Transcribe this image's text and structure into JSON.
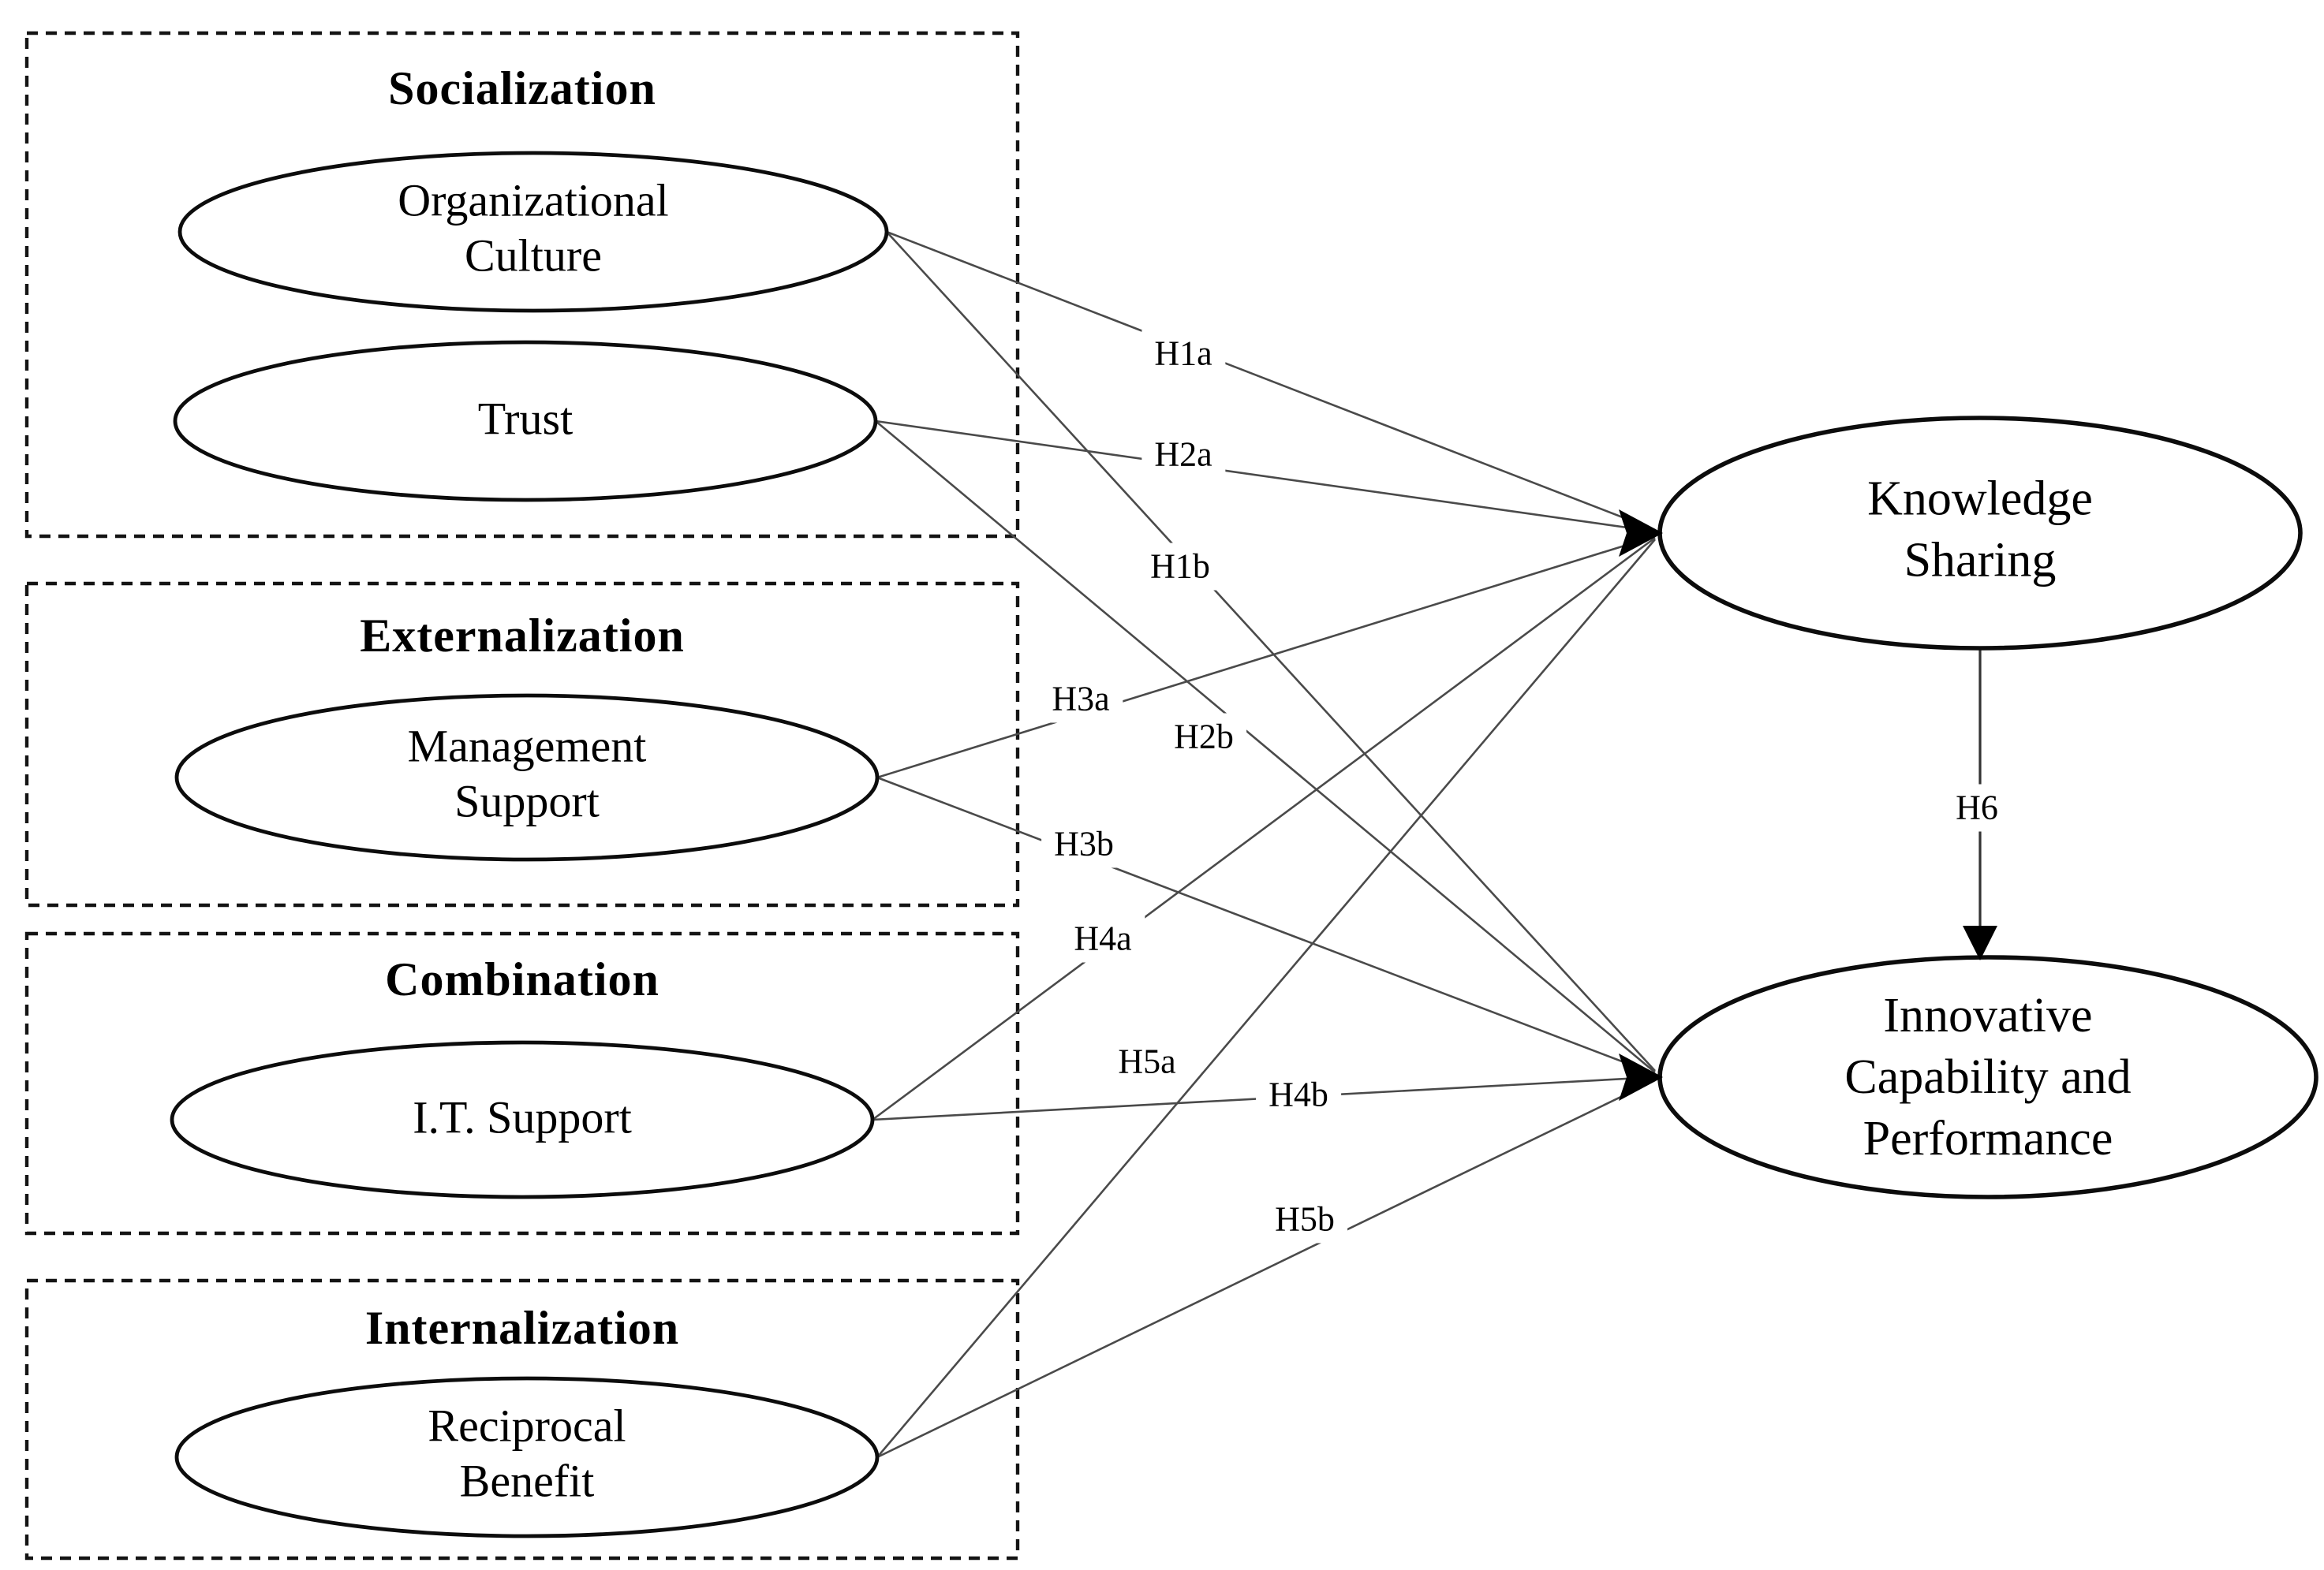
{
  "groups": [
    {
      "title": "Socialization",
      "constructs": [
        {
          "label": "Organizational\nCulture"
        },
        {
          "label": "Trust"
        }
      ]
    },
    {
      "title": "Externalization",
      "constructs": [
        {
          "label": "Management\nSupport"
        }
      ]
    },
    {
      "title": "Combination",
      "constructs": [
        {
          "label": "I.T. Support"
        }
      ]
    },
    {
      "title": "Internalization",
      "constructs": [
        {
          "label": "Reciprocal\nBenefit"
        }
      ]
    }
  ],
  "outcomes": [
    {
      "label": "Knowledge\nSharing"
    },
    {
      "label": "Innovative\nCapability and\nPerformance"
    }
  ],
  "hypotheses": {
    "h1a": "H1a",
    "h2a": "H2a",
    "h1b": "H1b",
    "h3a": "H3a",
    "h2b": "H2b",
    "h3b": "H3b",
    "h4a": "H4a",
    "h5a": "H5a",
    "h4b": "H4b",
    "h5b": "H5b",
    "h6": "H6"
  },
  "edges": [
    {
      "hypothesis": "H1a",
      "from": "Organizational Culture",
      "to": "Knowledge Sharing"
    },
    {
      "hypothesis": "H1b",
      "from": "Organizational Culture",
      "to": "Innovative Capability and Performance"
    },
    {
      "hypothesis": "H2a",
      "from": "Trust",
      "to": "Knowledge Sharing"
    },
    {
      "hypothesis": "H2b",
      "from": "Trust",
      "to": "Innovative Capability and Performance"
    },
    {
      "hypothesis": "H3a",
      "from": "Management Support",
      "to": "Knowledge Sharing"
    },
    {
      "hypothesis": "H3b",
      "from": "Management Support",
      "to": "Innovative Capability and Performance"
    },
    {
      "hypothesis": "H4a",
      "from": "I.T. Support",
      "to": "Knowledge Sharing"
    },
    {
      "hypothesis": "H4b",
      "from": "I.T. Support",
      "to": "Innovative Capability and Performance"
    },
    {
      "hypothesis": "H5a",
      "from": "Reciprocal Benefit",
      "to": "Knowledge Sharing"
    },
    {
      "hypothesis": "H5b",
      "from": "Reciprocal Benefit",
      "to": "Innovative Capability and Performance"
    },
    {
      "hypothesis": "H6",
      "from": "Knowledge Sharing",
      "to": "Innovative Capability and Performance"
    }
  ],
  "colors": {
    "background": "#ffffff",
    "shape_stroke": "#0c0c0c",
    "connector_line": "#4a4a4a",
    "text": "#000000"
  }
}
